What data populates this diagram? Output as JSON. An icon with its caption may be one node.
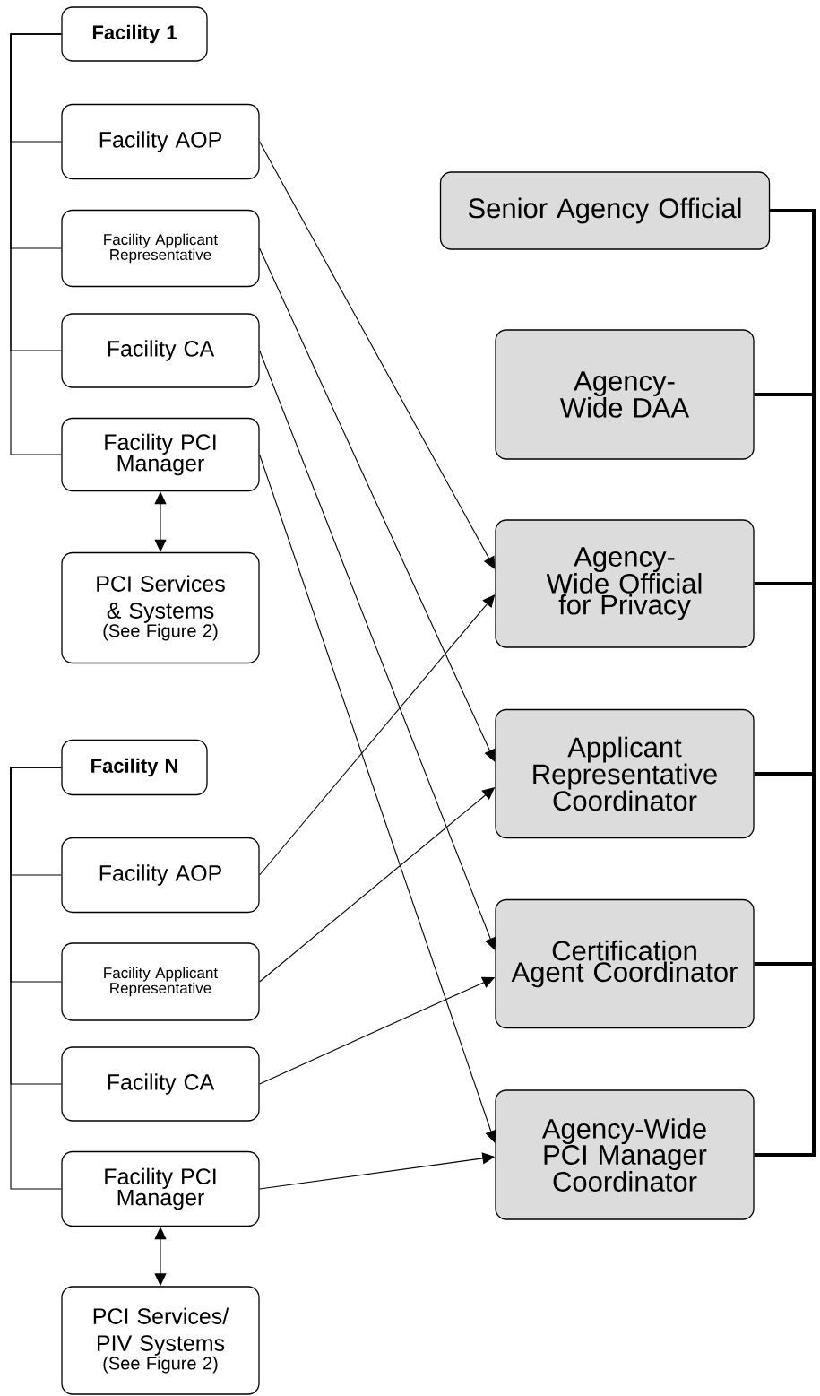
{
  "diagram": {
    "nodes": [
      {
        "text": [
          "Facility 1"
        ]
      },
      {
        "text": [
          "Facility AOP"
        ]
      },
      {
        "text": [
          "Facility Applicant Representative"
        ]
      },
      {
        "text": [
          "Facility CA"
        ]
      },
      {
        "text": [
          "Facility PCI Manager"
        ]
      },
      {
        "text": [
          "PCI Services & Systems",
          "(See Figure 2)"
        ]
      },
      {
        "text": [
          "Facility N"
        ]
      },
      {
        "text": [
          "Facility AOP"
        ]
      },
      {
        "text": [
          "Facility Applicant Representative"
        ]
      },
      {
        "text": [
          "Facility CA"
        ]
      },
      {
        "text": [
          "Facility PCI Manager"
        ]
      },
      {
        "text": [
          "PCI Services/ PIV Systems",
          "(See Figure 2)"
        ]
      },
      {
        "text": [
          "Senior Agency Official"
        ]
      },
      {
        "text": [
          "Agency-Wide DAA"
        ]
      },
      {
        "text": [
          "Agency-Wide Official for Privacy"
        ]
      },
      {
        "text": [
          "Applicant Representative Coordinator"
        ]
      },
      {
        "text": [
          "Certification Agent Coordinator"
        ]
      },
      {
        "text": [
          "Agency-Wide PCI Manager Coordinator"
        ]
      }
    ],
    "edges": [
      {
        "from": 0,
        "to": 1,
        "arrow": "none"
      },
      {
        "from": 0,
        "to": 2,
        "arrow": "none"
      },
      {
        "from": 0,
        "to": 3,
        "arrow": "none"
      },
      {
        "from": 0,
        "to": 4,
        "arrow": "none"
      },
      {
        "from": 4,
        "to": 5,
        "arrow": "both"
      },
      {
        "from": 6,
        "to": 7,
        "arrow": "none"
      },
      {
        "from": 6,
        "to": 8,
        "arrow": "none"
      },
      {
        "from": 6,
        "to": 9,
        "arrow": "none"
      },
      {
        "from": 6,
        "to": 10,
        "arrow": "none"
      },
      {
        "from": 10,
        "to": 11,
        "arrow": "both"
      },
      {
        "from": 12,
        "to": 13,
        "arrow": "none",
        "style": "thick"
      },
      {
        "from": 12,
        "to": 14,
        "arrow": "none",
        "style": "thick"
      },
      {
        "from": 12,
        "to": 15,
        "arrow": "none",
        "style": "thick"
      },
      {
        "from": 12,
        "to": 16,
        "arrow": "none",
        "style": "thick"
      },
      {
        "from": 12,
        "to": 17,
        "arrow": "none",
        "style": "thick"
      },
      {
        "from": 1,
        "to": 14,
        "arrow": "to"
      },
      {
        "from": 2,
        "to": 15,
        "arrow": "to"
      },
      {
        "from": 3,
        "to": 16,
        "arrow": "to"
      },
      {
        "from": 4,
        "to": 17,
        "arrow": "to"
      },
      {
        "from": 7,
        "to": 14,
        "arrow": "to"
      },
      {
        "from": 8,
        "to": 15,
        "arrow": "to"
      },
      {
        "from": 9,
        "to": 16,
        "arrow": "to"
      },
      {
        "from": 10,
        "to": 17,
        "arrow": "to"
      }
    ]
  }
}
